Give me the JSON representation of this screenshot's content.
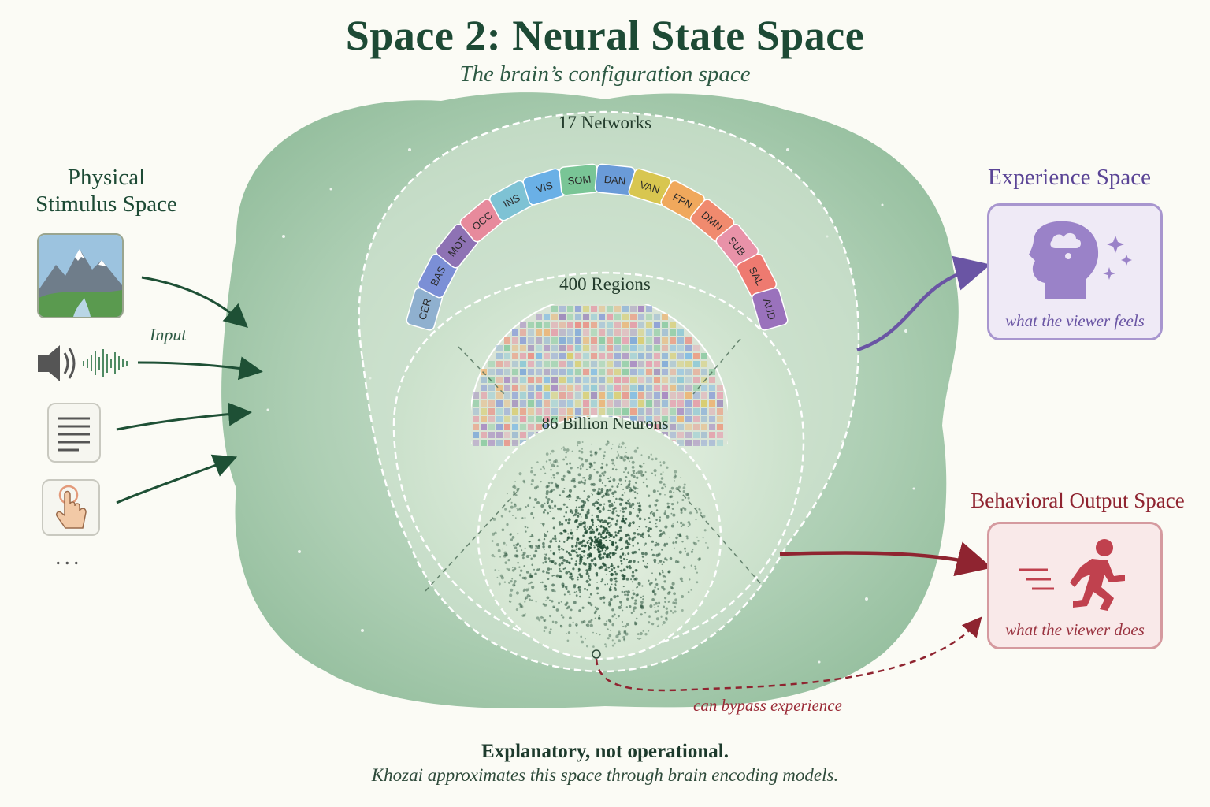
{
  "header": {
    "title": "Space 2: Neural State Space",
    "subtitle": "The brain’s configuration space"
  },
  "physical": {
    "title_line1": "Physical",
    "title_line2": "Stimulus Space",
    "input_label": "Input",
    "more": "...",
    "icons": [
      "mountain-photo-icon",
      "speaker-icon",
      "waveform-icon",
      "document-icon",
      "touch-icon"
    ]
  },
  "neural": {
    "networks_label": "17 Networks",
    "regions_label": "400 Regions",
    "neurons_label": "86 Billion Neurons",
    "networks": [
      {
        "abbr": "CER",
        "color": "#8fb0cf"
      },
      {
        "abbr": "BAS",
        "color": "#7b8fd6"
      },
      {
        "abbr": "MOT",
        "color": "#8e72b4"
      },
      {
        "abbr": "OCC",
        "color": "#e78a9c"
      },
      {
        "abbr": "INS",
        "color": "#7ec2d4"
      },
      {
        "abbr": "VIS",
        "color": "#6ab0e6"
      },
      {
        "abbr": "SOM",
        "color": "#79c596"
      },
      {
        "abbr": "DAN",
        "color": "#6a9bd8"
      },
      {
        "abbr": "VAN",
        "color": "#d8c650"
      },
      {
        "abbr": "FPN",
        "color": "#f0a85c"
      },
      {
        "abbr": "DMN",
        "color": "#f08a6e"
      },
      {
        "abbr": "SUB",
        "color": "#e892a8"
      },
      {
        "abbr": "SAL",
        "color": "#ee7a70"
      },
      {
        "abbr": "AUD",
        "color": "#9a72bc"
      }
    ]
  },
  "experience": {
    "title": "Experience Space",
    "caption": "what the viewer feels",
    "icon": "head-thought-icon",
    "color": "#6a55a4"
  },
  "behavior": {
    "title": "Behavioral Output Space",
    "caption": "what the viewer does",
    "icon": "running-person-icon",
    "color": "#9a2a36"
  },
  "bypass_label": "can bypass experience",
  "footer": {
    "line1": "Explanatory, not operational.",
    "line2": "Khozai approximates this space through brain encoding models."
  }
}
